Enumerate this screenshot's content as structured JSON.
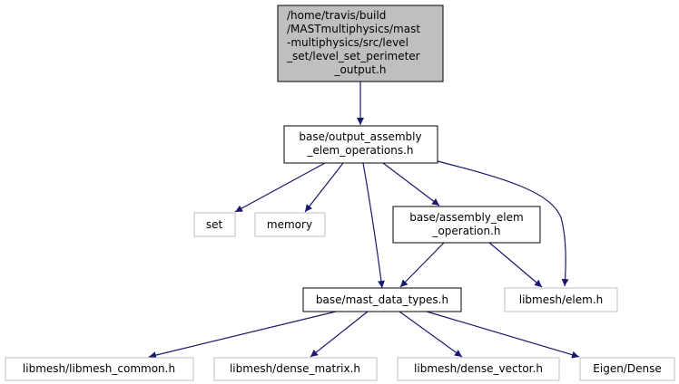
{
  "colors": {
    "edge": "#191970",
    "root_fill": "#bfbfbf",
    "node_border": "#000000",
    "external_border": "#bfbfbf"
  },
  "nodes": {
    "root": [
      "/home/travis/build",
      "/MASTmultiphysics/mast",
      "-multiphysics/src/level",
      "_set/level_set_perimeter",
      "_output.h"
    ],
    "output_assembly": [
      "base/output_assembly",
      "_elem_operations.h"
    ],
    "set": [
      "set"
    ],
    "memory": [
      "memory"
    ],
    "assembly_elem": [
      "base/assembly_elem",
      "_operation.h"
    ],
    "mast_data_types": [
      "base/mast_data_types.h"
    ],
    "libmesh_elem": [
      "libmesh/elem.h"
    ],
    "libmesh_common": [
      "libmesh/libmesh_common.h"
    ],
    "dense_matrix": [
      "libmesh/dense_matrix.h"
    ],
    "dense_vector": [
      "libmesh/dense_vector.h"
    ],
    "eigen_dense": [
      "Eigen/Dense"
    ]
  }
}
